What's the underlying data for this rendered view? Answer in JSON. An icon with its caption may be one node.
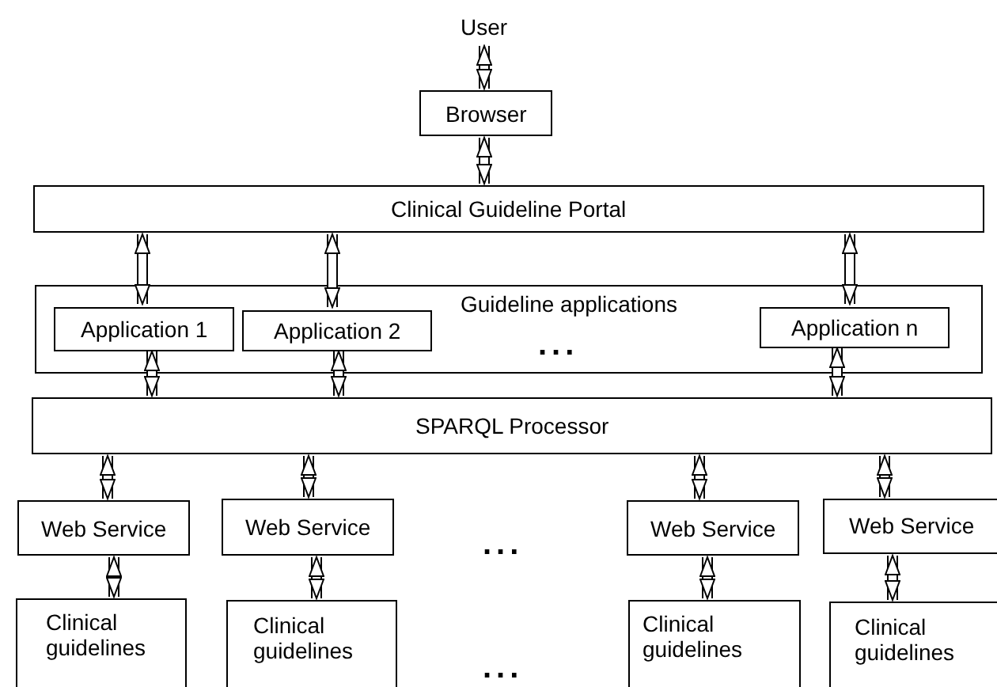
{
  "diagram": {
    "nodes": [
      {
        "text": [
          "User"
        ]
      },
      {
        "text": [
          "Browser"
        ]
      },
      {
        "text": [
          "Clinical Guideline Portal"
        ]
      },
      {
        "text": [
          "Guideline applications"
        ]
      },
      {
        "text": [
          "Application 1"
        ],
        "in": 3
      },
      {
        "text": [
          "Application 2"
        ],
        "in": 3
      },
      {
        "text": [
          "Application n"
        ],
        "in": 3
      },
      {
        "text": [
          "SPARQL Processor"
        ]
      },
      {
        "text": [
          "Web Service"
        ]
      },
      {
        "text": [
          "Web Service"
        ]
      },
      {
        "text": [
          "Web Service"
        ]
      },
      {
        "text": [
          "Web Service"
        ]
      },
      {
        "text": [
          "Clinical guidelines"
        ]
      },
      {
        "text": [
          "Clinical guidelines"
        ]
      },
      {
        "text": [
          "Clinical guidelines"
        ]
      },
      {
        "text": [
          "Clinical guidelines"
        ]
      }
    ],
    "edges": [
      {
        "from": 0,
        "to": 1,
        "arrow": "both"
      },
      {
        "from": 1,
        "to": 2,
        "arrow": "both"
      },
      {
        "from": 2,
        "to": 4,
        "arrow": "both"
      },
      {
        "from": 2,
        "to": 5,
        "arrow": "both"
      },
      {
        "from": 2,
        "to": 6,
        "arrow": "both"
      },
      {
        "from": 4,
        "to": 7,
        "arrow": "both"
      },
      {
        "from": 5,
        "to": 7,
        "arrow": "both"
      },
      {
        "from": 6,
        "to": 7,
        "arrow": "both"
      },
      {
        "from": 7,
        "to": 8,
        "arrow": "both"
      },
      {
        "from": 7,
        "to": 9,
        "arrow": "both"
      },
      {
        "from": 7,
        "to": 10,
        "arrow": "both"
      },
      {
        "from": 7,
        "to": 11,
        "arrow": "both"
      },
      {
        "from": 8,
        "to": 12,
        "arrow": "both"
      },
      {
        "from": 9,
        "to": 13,
        "arrow": "both"
      },
      {
        "from": 10,
        "to": 14,
        "arrow": "both"
      },
      {
        "from": 11,
        "to": 15,
        "arrow": "both"
      }
    ],
    "labels": [
      "...",
      "...",
      "..."
    ]
  }
}
